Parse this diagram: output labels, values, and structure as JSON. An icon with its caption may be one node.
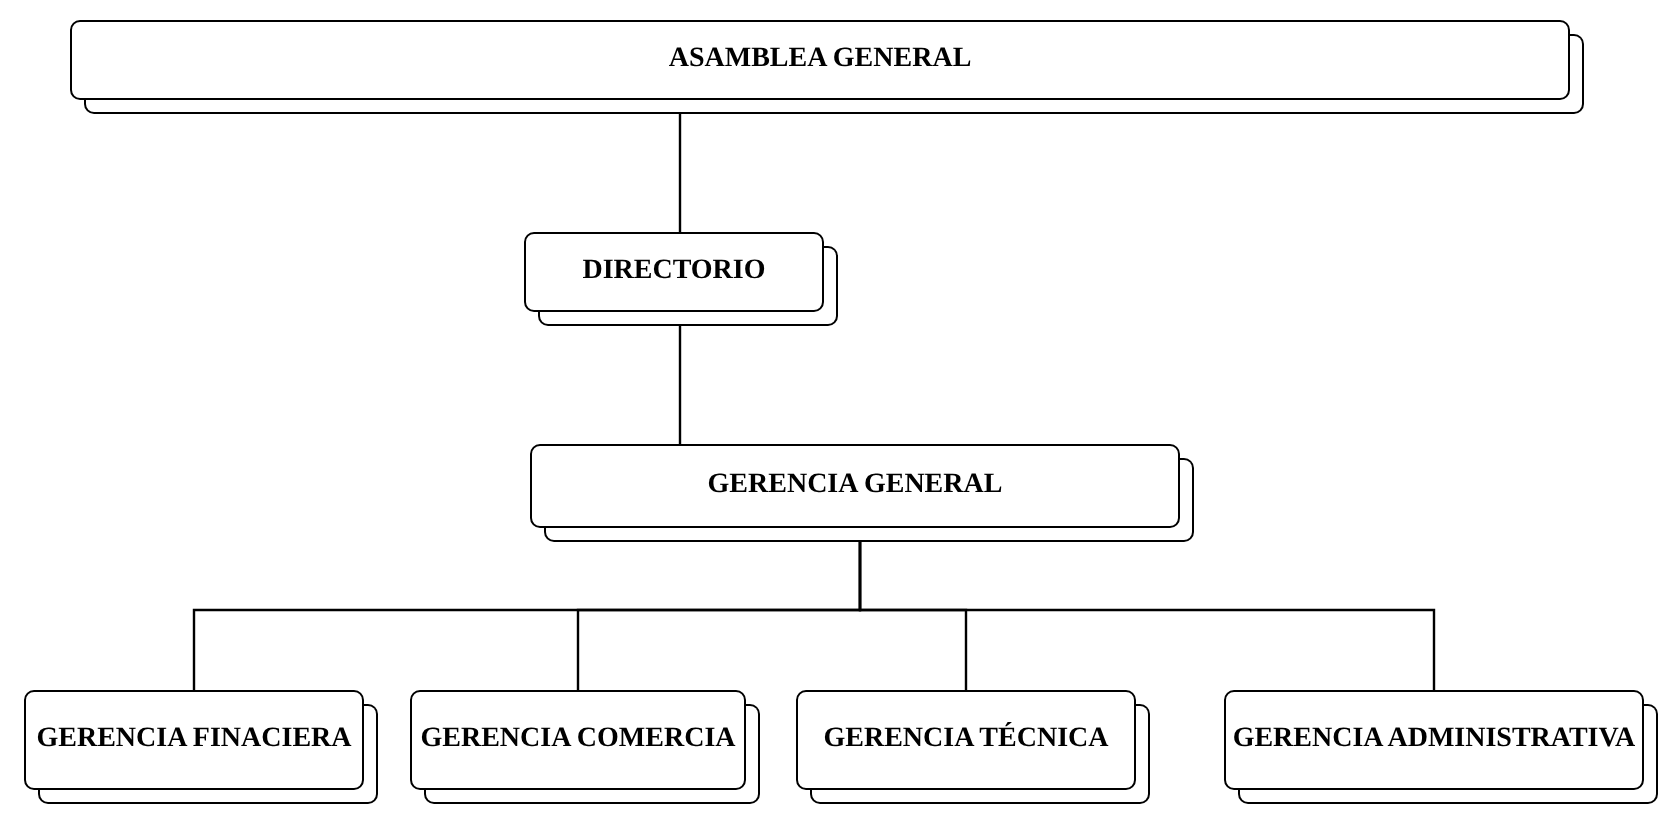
{
  "diagram": {
    "nodes": [
      {
        "text": [
          "ASAMBLEA GENERAL"
        ]
      },
      {
        "text": [
          "DIRECTORIO"
        ]
      },
      {
        "text": [
          "GERENCIA GENERAL"
        ]
      },
      {
        "text": [
          "GERENCIA FINACIERA"
        ]
      },
      {
        "text": [
          "GERENCIA COMERCIA"
        ]
      },
      {
        "text": [
          "GERENCIA TÉCNICA"
        ]
      },
      {
        "text": [
          "GERENCIA ADMINISTRATIVA"
        ]
      }
    ],
    "edges": [
      {
        "from": 0,
        "to": 1,
        "arrow": "none"
      },
      {
        "from": 1,
        "to": 2,
        "arrow": "none"
      },
      {
        "from": 2,
        "to": 3,
        "arrow": "none"
      },
      {
        "from": 2,
        "to": 4,
        "arrow": "none"
      },
      {
        "from": 2,
        "to": 5,
        "arrow": "none"
      },
      {
        "from": 2,
        "to": 6,
        "arrow": "none"
      }
    ]
  }
}
